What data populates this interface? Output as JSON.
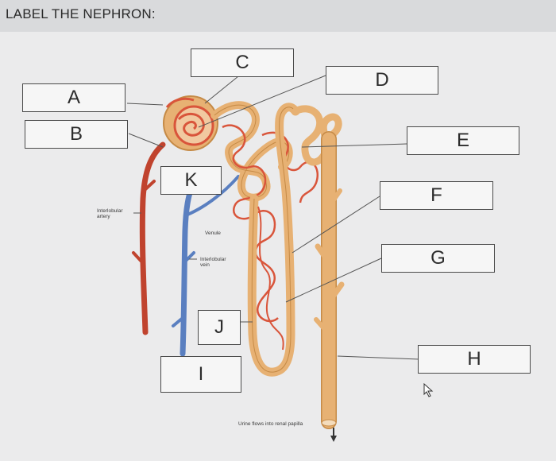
{
  "title": "LABEL THE NEPHRON:",
  "boxes": {
    "A": "A",
    "B": "B",
    "C": "C",
    "D": "D",
    "E": "E",
    "F": "F",
    "G": "G",
    "H": "H",
    "I": "I",
    "J": "J",
    "K": "K"
  },
  "labels": {
    "interlobular_artery": "Interlobular artery",
    "venule": "Venule",
    "interlobular_vein": "Interlobular vein",
    "urine": "Urine flows into renal papilla"
  },
  "colors": {
    "artery": "#c0432e",
    "vein": "#5a7fc0",
    "tubule": "#e7b173",
    "tubule_outline": "#c58a46",
    "capillary": "#d9553b"
  }
}
